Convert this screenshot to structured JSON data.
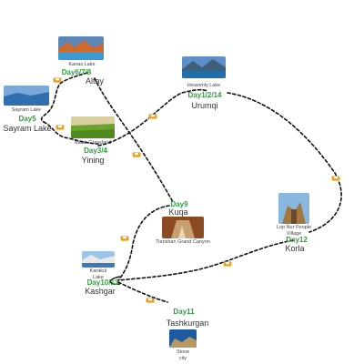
{
  "stops": {
    "kanas": {
      "city": "Altay",
      "day": "Day6/7/8",
      "photo": "Kanas Lake"
    },
    "sayram": {
      "city": "Sayram Lake",
      "day": "Day5",
      "photo": "Sayram Lake"
    },
    "yining": {
      "city": "Yining",
      "day": "Day3/4",
      "photo": "Nalati Grassland"
    },
    "urumqi": {
      "city": "Urumqi",
      "day": "Day1/2/14",
      "photo": "Heavenly Lake"
    },
    "kuqa": {
      "city": "Kuqa",
      "day": "Day9",
      "photo": "Tianshan Grand Canyon"
    },
    "korla": {
      "city": "Korla",
      "day": "Day12",
      "photo_line1": "Lop Nur People",
      "photo_line2": "Village"
    },
    "kashgar": {
      "city": "Kashgar",
      "day": "Day10/13",
      "photo_line1": "Karakul",
      "photo_line2": "Lake"
    },
    "tashkurgan": {
      "city": "Tashkurgan",
      "day": "Day11",
      "photo_line1": "Stone",
      "photo_line2": "city"
    }
  },
  "colors": {
    "route": "#111111",
    "day_label": "#2e9e3e",
    "car": "#f0a020"
  },
  "icons": {
    "car": "car-icon",
    "route": "dashed-route"
  }
}
